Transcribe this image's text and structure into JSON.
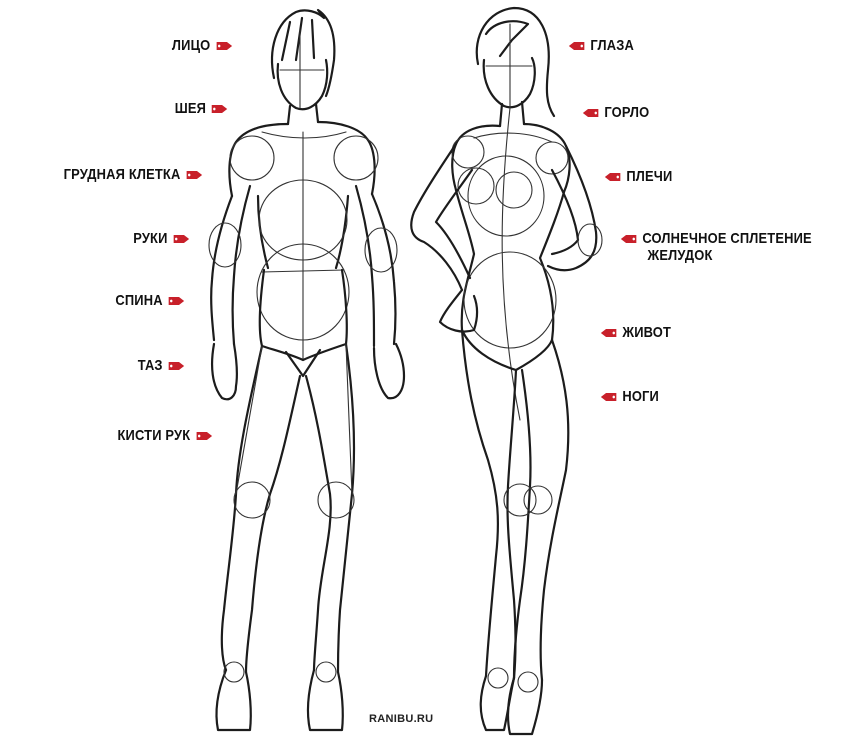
{
  "left_labels": [
    {
      "id": "face",
      "text": "ЛИЦО"
    },
    {
      "id": "neck",
      "text": "ШЕЯ"
    },
    {
      "id": "ribcage",
      "text": "ГРУДНАЯ КЛЕТКА"
    },
    {
      "id": "arms",
      "text": "РУКИ"
    },
    {
      "id": "back",
      "text": "СПИНА"
    },
    {
      "id": "pelvis",
      "text": "ТАЗ"
    },
    {
      "id": "hands",
      "text": "КИСТИ РУК"
    }
  ],
  "right_labels": [
    {
      "id": "eyes",
      "text": "ГЛАЗА"
    },
    {
      "id": "throat",
      "text": "ГОРЛО"
    },
    {
      "id": "shoulders",
      "text": "ПЛЕЧИ"
    },
    {
      "id": "solar",
      "text": "СОЛНЕЧНОЕ СПЛЕТЕНИЕ",
      "text2": "ЖЕЛУДОК"
    },
    {
      "id": "belly",
      "text": "ЖИВОТ"
    },
    {
      "id": "legs",
      "text": "НОГИ"
    }
  ],
  "credit": "RANIBU.RU",
  "colors": {
    "tag": "#c8202a",
    "ink": "#1c1c1c",
    "background": "#ffffff"
  },
  "icons": {
    "label_marker": "red-tag-arrow-icon"
  }
}
